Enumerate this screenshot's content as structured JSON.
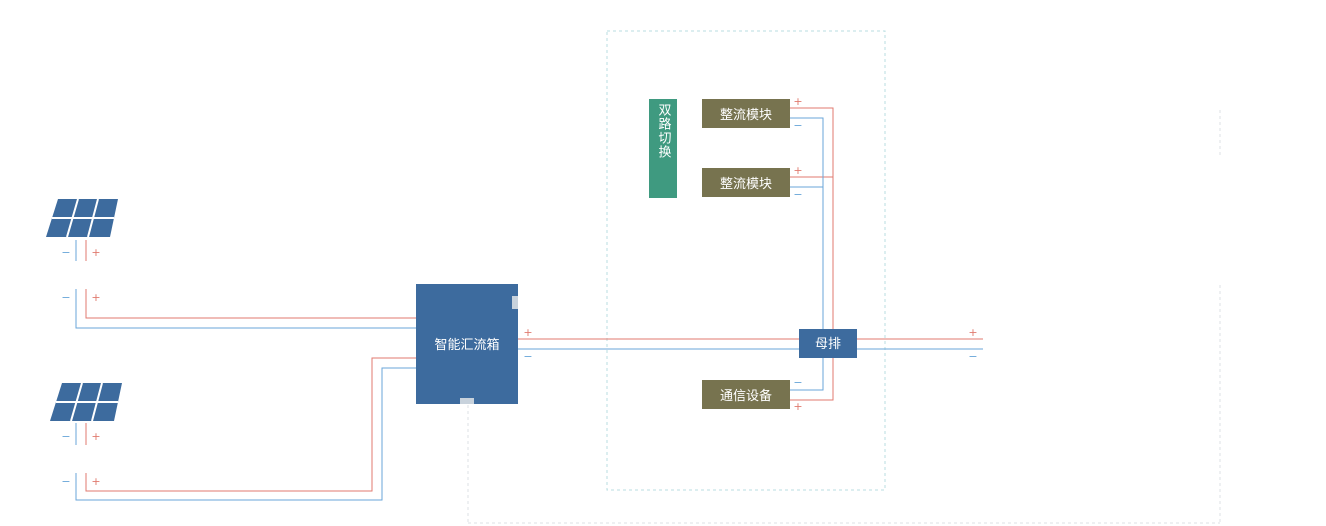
{
  "nodes": {
    "combiner_box": "智能汇流箱",
    "dual_switch": "双路切换",
    "rectifier_1": "整流模块",
    "rectifier_2": "整流模块",
    "comm_equipment": "通信设备",
    "busbar": "母排"
  },
  "polarity": {
    "plus": "+",
    "minus": "−"
  },
  "colors": {
    "positive_wire": "#e07a6f",
    "negative_wire": "#6aa6d9",
    "panel": "#3d6b9e",
    "combiner_fill": "#3d6b9e",
    "switch_fill": "#3f9a80",
    "rectifier_fill": "#77734f",
    "busbar_fill": "#3d6b9e",
    "dashed_border": "#b9dde0"
  },
  "icons": [
    "solar-panel-icon",
    "solar-panel-icon"
  ]
}
